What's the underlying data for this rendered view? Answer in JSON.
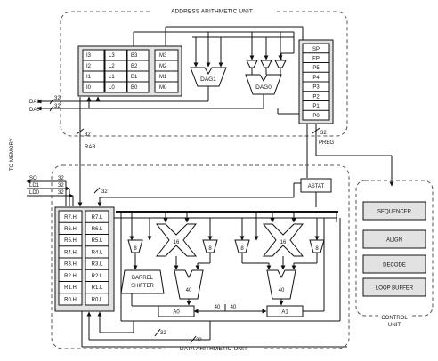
{
  "units": {
    "address": "ADDRESS ARITHMETIC UNIT",
    "data": "DATA ARITHMETIC UNIT",
    "control_line1": "CONTROL",
    "control_line2": "UNIT"
  },
  "dag_regs": {
    "col_i": [
      "I3",
      "I2",
      "I1",
      "I0"
    ],
    "col_l": [
      "L3",
      "L2",
      "L1",
      "L0"
    ],
    "col_b": [
      "B3",
      "B2",
      "B1",
      "B0"
    ],
    "col_m": [
      "M3",
      "M2",
      "M1",
      "M0"
    ]
  },
  "pointer_regs": [
    "SP",
    "FP",
    "P5",
    "P4",
    "P3",
    "P2",
    "P1",
    "P0"
  ],
  "dag1": "DAG1",
  "dag0": "DAG0",
  "buses": {
    "da1": "DA1",
    "da0": "DA0",
    "to_memory": "TO MEMORY",
    "so": "SO",
    "ld1": "LD1",
    "ld0": "LD0",
    "rab": "RAB",
    "preg": "PREG"
  },
  "widths": {
    "w32": "32",
    "w16": "16",
    "w8": "8",
    "w40": "40"
  },
  "astat": "ASTAT",
  "data_regs_h": [
    "R7.H",
    "R6.H",
    "R5.H",
    "R4.H",
    "R3.H",
    "R2.H",
    "R1.H",
    "R0.H"
  ],
  "data_regs_l": [
    "R7.L",
    "R6.L",
    "R5.L",
    "R4.L",
    "R3.L",
    "R2.L",
    "R1.L",
    "R0.L"
  ],
  "barrel_line1": "BARREL",
  "barrel_line2": "SHIFTER",
  "acc0": "A0",
  "acc1": "A1",
  "control_blocks": [
    "SEQUENCER",
    "ALIGN",
    "DECODE",
    "LOOP BUFFER"
  ]
}
